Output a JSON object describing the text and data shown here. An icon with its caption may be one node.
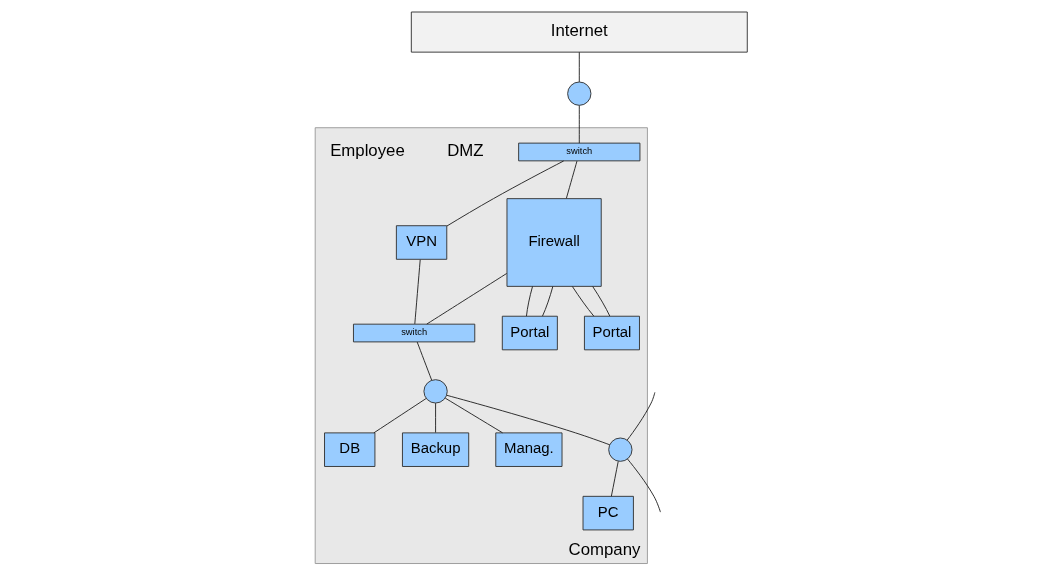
{
  "diagram": {
    "nodes": [
      {
        "text": [
          "Internet"
        ]
      },
      {
        "text": [
          "Company"
        ]
      },
      {
        "text": [],
        "shape": "circle"
      },
      {
        "text": [
          "switch"
        ],
        "in": 1
      },
      {
        "text": [
          "VPN"
        ],
        "in": 1
      },
      {
        "text": [
          "Firewall"
        ],
        "in": 1
      },
      {
        "text": [
          "Portal"
        ],
        "in": 1
      },
      {
        "text": [
          "Portal"
        ],
        "in": 1
      },
      {
        "text": [
          "switch"
        ],
        "in": 1
      },
      {
        "text": [],
        "shape": "circle",
        "in": 1
      },
      {
        "text": [],
        "shape": "circle",
        "in": 1
      },
      {
        "text": [
          "DB"
        ],
        "in": 1
      },
      {
        "text": [
          "Backup"
        ],
        "in": 1
      },
      {
        "text": [
          "Manag."
        ],
        "in": 1
      },
      {
        "text": [
          "PC"
        ],
        "in": 1
      }
    ],
    "edges": [
      {
        "from": 0,
        "to": 2,
        "arrow": "none"
      },
      {
        "from": 2,
        "to": 3,
        "arrow": "none"
      },
      {
        "from": 3,
        "to": 4,
        "arrow": "none"
      },
      {
        "from": 3,
        "to": 5,
        "arrow": "none"
      },
      {
        "from": 4,
        "to": 8,
        "arrow": "none"
      },
      {
        "from": 5,
        "to": 8,
        "arrow": "none"
      },
      {
        "from": 5,
        "to": 6,
        "arrow": "none"
      },
      {
        "from": 5,
        "to": 7,
        "arrow": "none"
      },
      {
        "from": 5,
        "to": 6,
        "arrow": "none"
      },
      {
        "from": 5,
        "to": 7,
        "arrow": "none"
      },
      {
        "from": 8,
        "to": 9,
        "arrow": "none"
      },
      {
        "from": 9,
        "to": 11,
        "arrow": "none"
      },
      {
        "from": 9,
        "to": 12,
        "arrow": "none"
      },
      {
        "from": 9,
        "to": 13,
        "arrow": "none"
      },
      {
        "from": 9,
        "to": 10,
        "arrow": "none"
      },
      {
        "from": null,
        "to": 10,
        "arrow": "none"
      },
      {
        "from": 10,
        "to": null,
        "arrow": "none"
      },
      {
        "from": 10,
        "to": 14,
        "arrow": "none"
      }
    ],
    "labels": [
      "DMZ",
      "Employee"
    ]
  }
}
